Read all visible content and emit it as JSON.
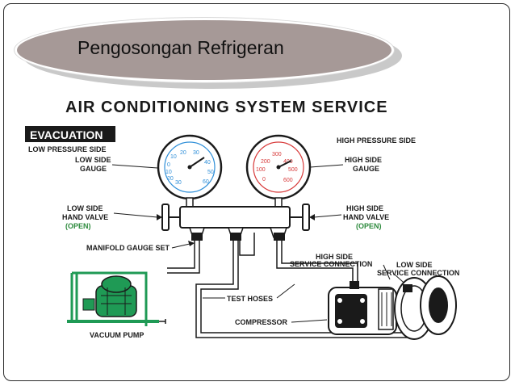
{
  "slide": {
    "title": "Pengosongan Refrigeran"
  },
  "diagram": {
    "heading": "AIR CONDITIONING SYSTEM SERVICE",
    "section_tag": "EVACUATION",
    "low_pressure_side": "LOW PRESSURE SIDE",
    "high_pressure_side": "HIGH PRESSURE SIDE",
    "low_side_gauge": [
      "LOW SIDE",
      "GAUGE"
    ],
    "high_side_gauge": [
      "HIGH SIDE",
      "GAUGE"
    ],
    "low_side_hand_valve": [
      "LOW SIDE",
      "HAND VALVE"
    ],
    "high_side_hand_valve": [
      "HIGH SIDE",
      "HAND VALVE"
    ],
    "low_valve_state": "(OPEN)",
    "high_valve_state": "(OPEN)",
    "manifold_gauge_set": "MANIFOLD GAUGE SET",
    "high_side_service_connection": [
      "HIGH SIDE",
      "SERVICE CONNECTION"
    ],
    "low_side_service_connection": [
      "LOW SIDE",
      "SERVICE CONNECTION"
    ],
    "test_hoses": "TEST HOSES",
    "compressor": "COMPRESSOR",
    "vacuum_pump": "VACUUM PUMP",
    "low_gauge_scale": [
      "10",
      "20",
      "30",
      "0",
      "40",
      "10",
      "50",
      "20",
      "60",
      "30"
    ],
    "high_gauge_scale": [
      "300",
      "200",
      "400",
      "100",
      "500",
      "0",
      "600"
    ]
  },
  "colors": {
    "low_gauge": "#2f8fd8",
    "high_gauge": "#d83a3a",
    "valve_state": "#2c8a3c",
    "pump": "#1f9a55",
    "ink": "#1a1a1a"
  }
}
